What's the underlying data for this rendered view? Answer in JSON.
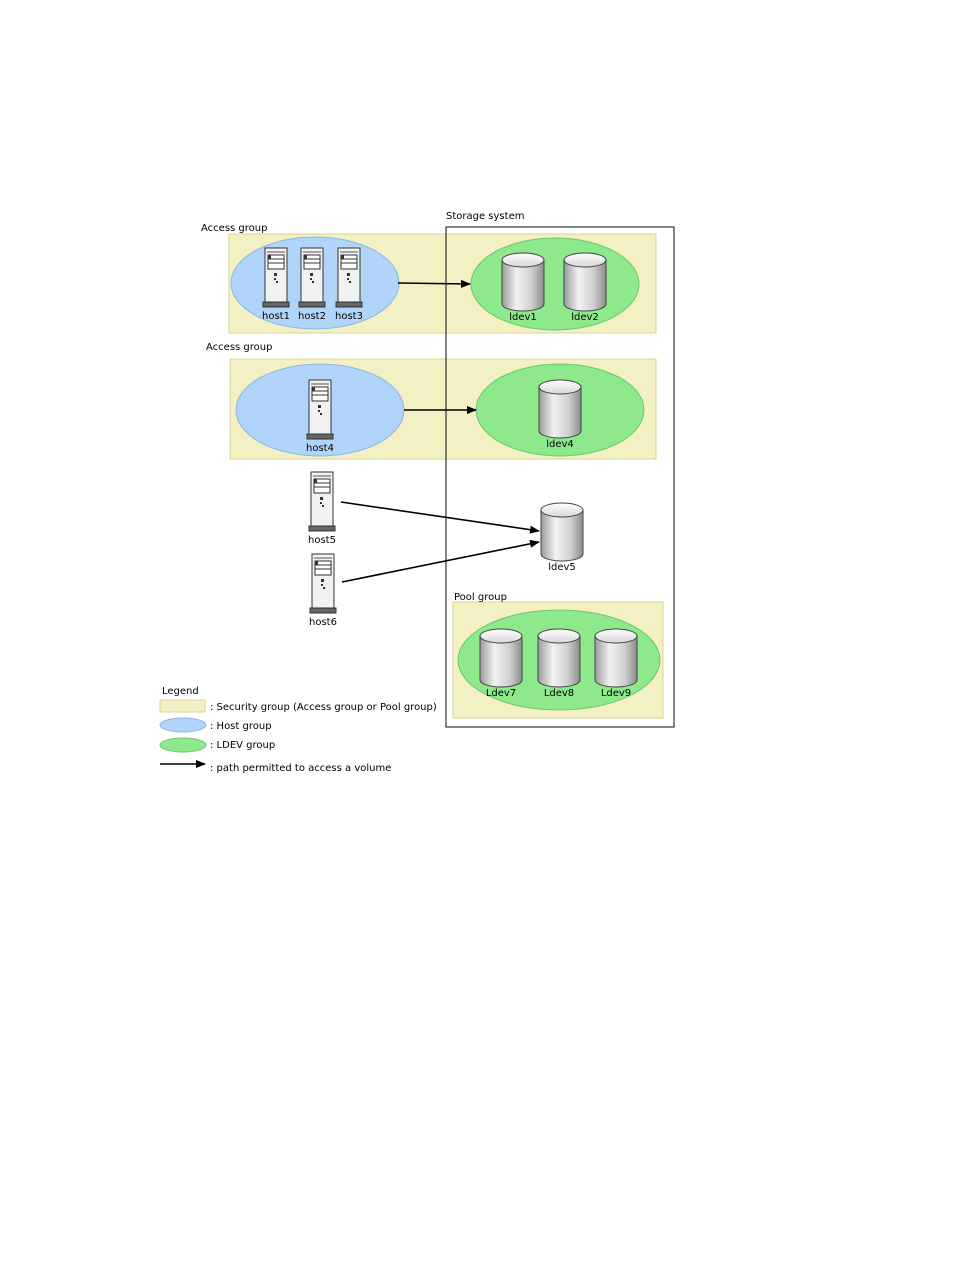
{
  "labels": {
    "storage_system": "Storage system",
    "access_group_1": "Access group",
    "access_group_2": "Access group",
    "pool_group": "Pool group"
  },
  "hosts": {
    "host1": "host1",
    "host2": "host2",
    "host3": "host3",
    "host4": "host4",
    "host5": "host5",
    "host6": "host6"
  },
  "ldevs": {
    "ldev1": "ldev1",
    "ldev2": "ldev2",
    "ldev4": "ldev4",
    "ldev5": "ldev5",
    "ldev7": "Ldev7",
    "ldev8": "Ldev8",
    "ldev9": "Ldev9"
  },
  "legend": {
    "title": "Legend",
    "security_group": ": Security group (Access group or Pool group)",
    "host_group": ": Host group",
    "ldev_group": ": LDEV group",
    "path": ": path permitted to access a volume"
  },
  "colors": {
    "security_group_fill": "#f3f1c4",
    "security_group_stroke": "#d6d49a",
    "host_group_fill": "#b0d4fa",
    "host_group_stroke": "#8ab6e4",
    "ldev_group_fill": "#8ee88c",
    "ldev_group_stroke": "#6cc86a"
  }
}
